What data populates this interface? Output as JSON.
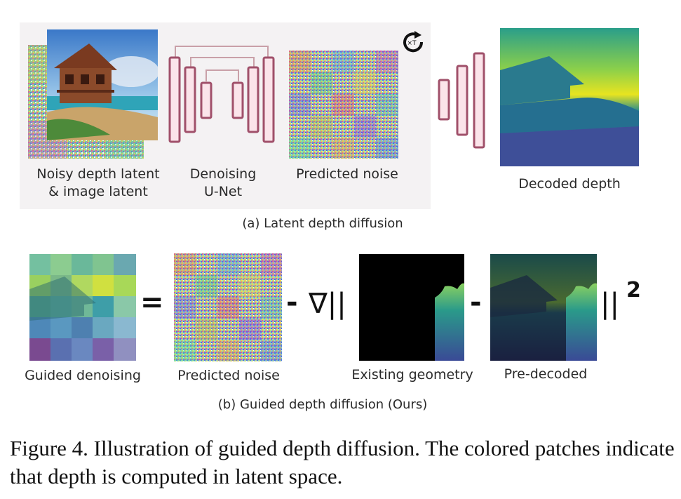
{
  "panel_a": {
    "label_noisy_latent": "Noisy depth latent\n& image latent",
    "label_unet": "Denoising\nU-Net",
    "label_predicted_noise": "Predicted noise",
    "label_decoded_depth": "Decoded depth",
    "repeat_badge": "×T",
    "subcaption": "(a) Latent depth diffusion"
  },
  "panel_b": {
    "label_guided_denoising": "Guided denoising",
    "label_predicted_noise": "Predicted noise",
    "label_existing_geometry": "Existing geometry",
    "label_pre_decoded": "Pre-decoded",
    "op_equals": "=",
    "op_minus": "-",
    "op_nabla_norm": "∇||",
    "op_minus2": "-",
    "op_norm_close": "||",
    "op_square": "2",
    "subcaption": "(b) Guided depth diffusion (Ours)"
  },
  "caption": "Figure 4. Illustration of guided depth diffusion. The colored patches indicate that depth is computed in latent space.",
  "colors": {
    "unet_stroke": "#a0506a",
    "unet_fill": "#fbe4ea",
    "depth_near": "#fde725",
    "depth_mid": "#21908d",
    "depth_far": "#3b528b"
  }
}
